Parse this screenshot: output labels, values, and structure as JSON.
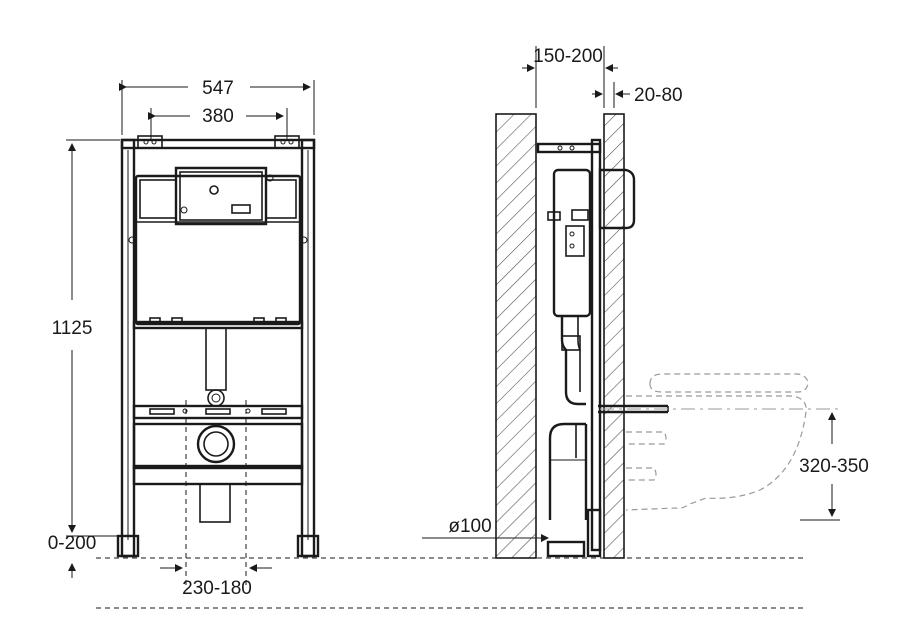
{
  "front_view": {
    "width_overall": "547",
    "width_bracket": "380",
    "height": "1125",
    "floor_offset": "0-200",
    "drain_offset": "230-180"
  },
  "side_view": {
    "wall_gap": "150-200",
    "frame_depth": "20-80",
    "pipe_diameter": "ø100",
    "bowl_height": "320-350"
  },
  "colors": {
    "line": "#1a1a1a",
    "ghost": "#9a9a9a",
    "wall": "#555555"
  }
}
